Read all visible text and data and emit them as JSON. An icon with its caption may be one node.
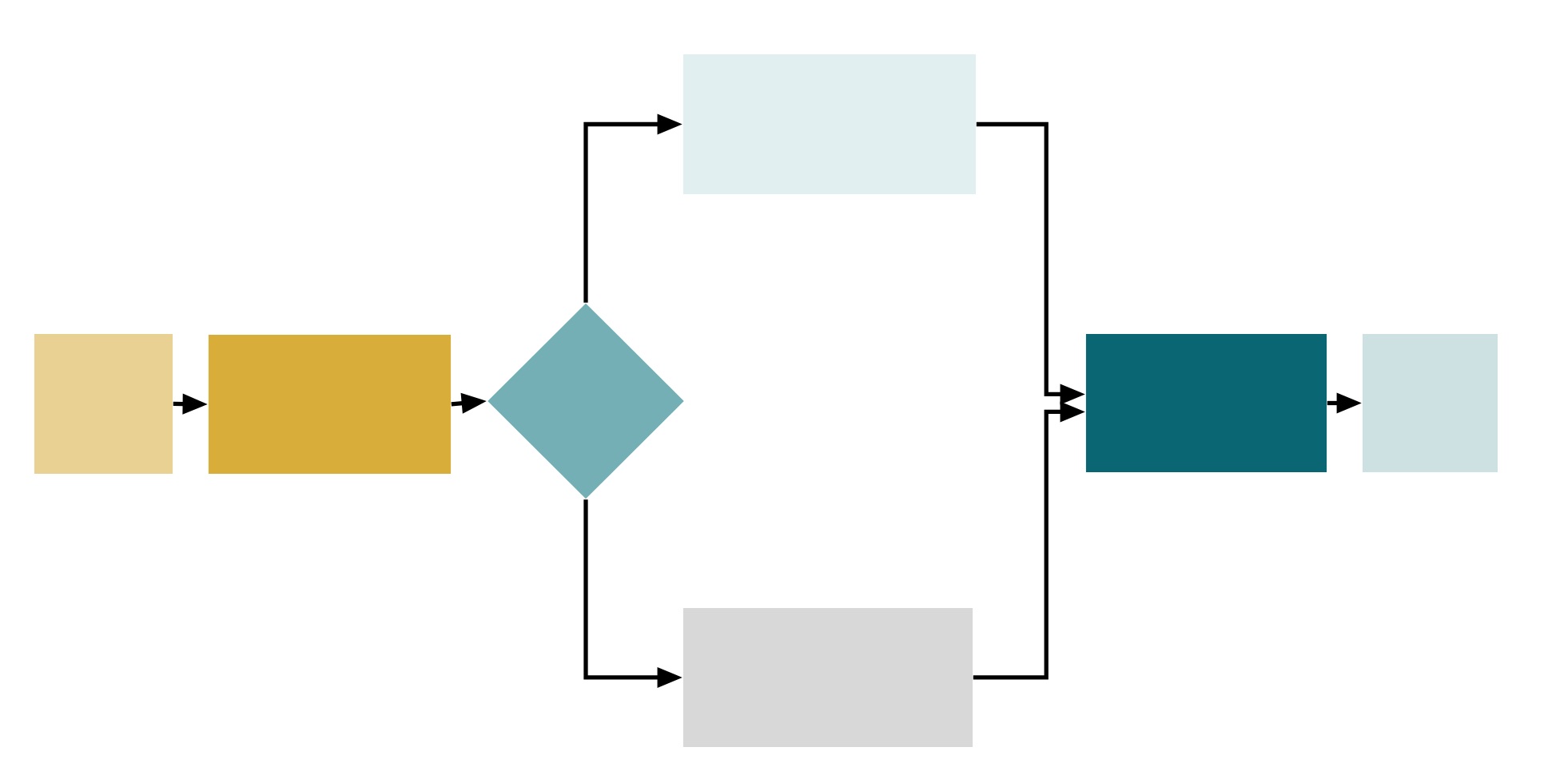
{
  "diagram": {
    "nodes": [
      {
        "text": [],
        "shape": "box"
      },
      {
        "text": [],
        "shape": "box"
      },
      {
        "text": [],
        "shape": "diamond"
      },
      {
        "text": [],
        "shape": "box"
      },
      {
        "text": [],
        "shape": "box"
      },
      {
        "text": [],
        "shape": "box"
      },
      {
        "text": [],
        "shape": "box"
      }
    ],
    "edges": [
      {
        "from": 0,
        "to": 1,
        "arrow": "to"
      },
      {
        "from": 1,
        "to": 2,
        "arrow": "to"
      },
      {
        "from": 2,
        "to": 3,
        "arrow": "to"
      },
      {
        "from": 2,
        "to": 4,
        "arrow": "to"
      },
      {
        "from": 3,
        "to": 5,
        "arrow": "to"
      },
      {
        "from": 4,
        "to": 5,
        "arrow": "to"
      },
      {
        "from": 5,
        "to": 6,
        "arrow": "to"
      }
    ]
  }
}
